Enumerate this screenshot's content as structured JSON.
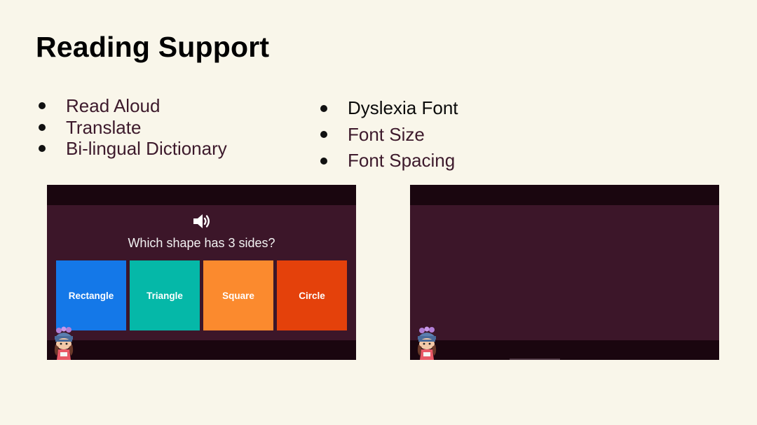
{
  "slide": {
    "title": "Reading Support",
    "left_list": [
      "Read Aloud",
      "Translate",
      "Bi-lingual Dictionary"
    ],
    "right_list": [
      "Dyslexia Font",
      "Font Size",
      "Font Spacing"
    ]
  },
  "quiz": {
    "question": "Which shape has 3 sides?",
    "speaker_icon": "speaker-icon",
    "answers": [
      {
        "label": "Rectangle",
        "color": "#1478e8"
      },
      {
        "label": "Triangle",
        "color": "#05b8a8"
      },
      {
        "label": "Square",
        "color": "#fb8a2e"
      },
      {
        "label": "Circle",
        "color": "#e4410b"
      }
    ]
  },
  "colors": {
    "background": "#f9f6ea",
    "screen": "#3c1629",
    "screen_bar": "#1a060f",
    "bullet_text": "#3d1a2c"
  }
}
